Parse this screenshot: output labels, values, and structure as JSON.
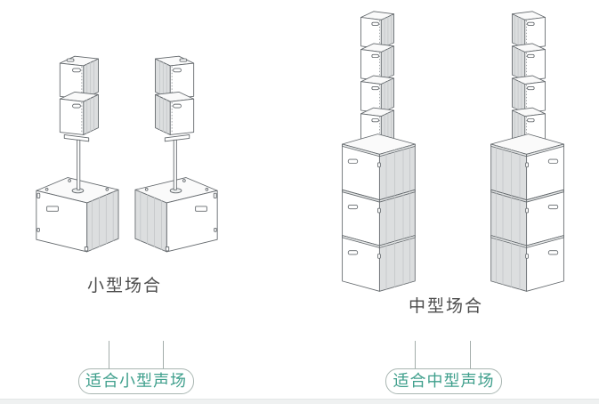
{
  "figure": {
    "small_group": {
      "caption": "小型场合",
      "callout": "适合小型声场",
      "columns": 2,
      "speakers_per_column": 2,
      "subwoofers_per_column": 1
    },
    "medium_group": {
      "caption": "中型场合",
      "callout": "适合中型声场",
      "columns": 2,
      "speakers_per_column": 4,
      "subwoofers_per_column": 3
    },
    "colors": {
      "callout_text": "#3f9f8c",
      "callout_border": "#a9b6b2",
      "caption_text": "#4c4c4c",
      "line_art": "#63686c",
      "grille_fill": "#dcdedf",
      "background": "#ffffff"
    }
  }
}
